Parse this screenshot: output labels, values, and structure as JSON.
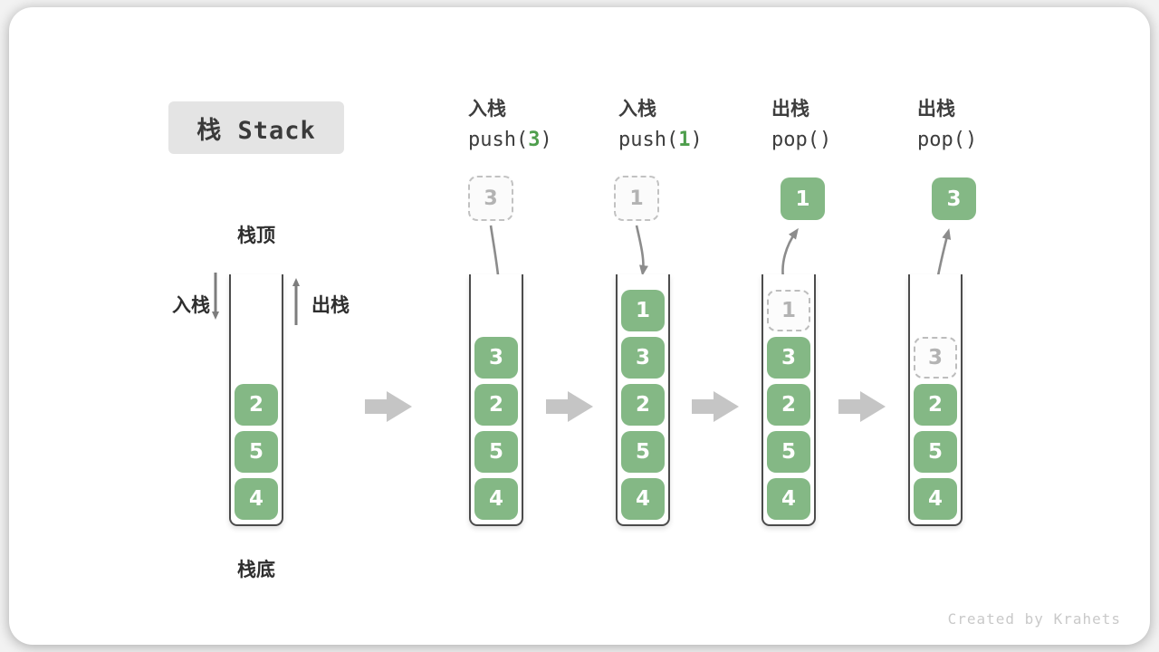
{
  "title": "栈 Stack",
  "labels": {
    "stack_top": "栈顶",
    "stack_bottom": "栈底",
    "push_side": "入栈",
    "pop_side": "出栈"
  },
  "columns": [
    {
      "label": "入栈",
      "code": {
        "pre": "push(",
        "num": "3",
        "post": ")"
      }
    },
    {
      "label": "入栈",
      "code": {
        "pre": "push(",
        "num": "1",
        "post": ")"
      }
    },
    {
      "label": "出栈",
      "code": {
        "pre": "pop(",
        "num": "",
        "post": ")"
      }
    },
    {
      "label": "出栈",
      "code": {
        "pre": "pop(",
        "num": "",
        "post": ")"
      }
    }
  ],
  "stages": [
    {
      "stack": [
        "2",
        "5",
        "4"
      ]
    },
    {
      "incoming": "3",
      "stack": [
        "3",
        "2",
        "5",
        "4"
      ]
    },
    {
      "incoming": "1",
      "stack": [
        "1",
        "3",
        "2",
        "5",
        "4"
      ]
    },
    {
      "outgoing": "1",
      "popped_slot": "1",
      "stack": [
        "3",
        "2",
        "5",
        "4"
      ]
    },
    {
      "outgoing": "3",
      "popped_slot": "3",
      "stack": [
        "2",
        "5",
        "4"
      ]
    }
  ],
  "watermark": "Created by Krahets",
  "colors": {
    "element_green": "#84b885",
    "code_number_green": "#4e9e4c",
    "ghost_gray": "#bdbdbd",
    "flow_arrow_gray": "#8c8c8c",
    "block_arrow_gray": "#c5c5c5",
    "title_bg": "#e4e4e4"
  }
}
